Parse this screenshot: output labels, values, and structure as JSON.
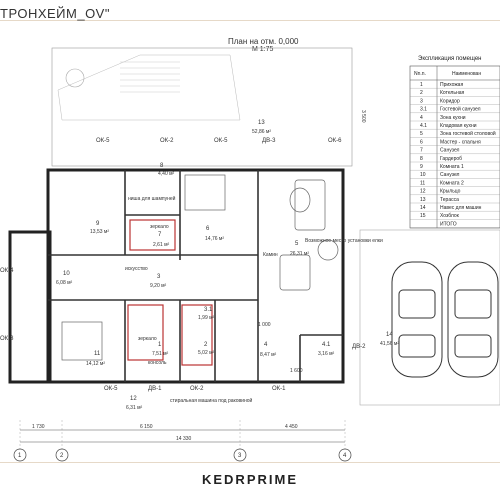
{
  "header": {
    "title": "ТРОНХЕЙМ_OV\"",
    "plan_title": "План на отм. 0,000",
    "plan_scale": "М 1:75"
  },
  "footer": {
    "brand": "KEDRPRIME"
  },
  "explication": {
    "title": "Экспликация помещен",
    "col_num": "Nn.n.",
    "col_name": "Наименован",
    "rows": [
      {
        "n": "1",
        "name": "Прихожая"
      },
      {
        "n": "2",
        "name": "Котельная"
      },
      {
        "n": "3",
        "name": "Коридор"
      },
      {
        "n": "3.1",
        "name": "Гостевой санузел"
      },
      {
        "n": "4",
        "name": "Зона кухни"
      },
      {
        "n": "4.1",
        "name": "Кладовая кухни"
      },
      {
        "n": "5",
        "name": "Зона гостевой столовой"
      },
      {
        "n": "6",
        "name": "Мастер - спальня"
      },
      {
        "n": "7",
        "name": "Санузел"
      },
      {
        "n": "8",
        "name": "Гардероб"
      },
      {
        "n": "9",
        "name": "Комната 1"
      },
      {
        "n": "10",
        "name": "Санузел"
      },
      {
        "n": "11",
        "name": "Комната 2"
      },
      {
        "n": "12",
        "name": "Крыльцо"
      },
      {
        "n": "13",
        "name": "Терасса"
      },
      {
        "n": "14",
        "name": "Навес для машин"
      },
      {
        "n": "15",
        "name": "Хозблок"
      },
      {
        "n": "",
        "name": "ИТОГО"
      }
    ]
  },
  "rooms": [
    {
      "n": "13",
      "area": "52,86 м²"
    },
    {
      "n": "8",
      "area": "4,40 м²"
    },
    {
      "n": "7",
      "area": "2,61 м²"
    },
    {
      "n": "6",
      "area": "14,76 м²"
    },
    {
      "n": "9",
      "area": "13,53 м²"
    },
    {
      "n": "5",
      "area": "26,31 м²"
    },
    {
      "n": "10",
      "area": "6,08 м²"
    },
    {
      "n": "3",
      "area": "9,20 м²"
    },
    {
      "n": "11",
      "area": "14,12 м²"
    },
    {
      "n": "3.1",
      "area": "1,99 м²"
    },
    {
      "n": "2",
      "area": "5,02 м²"
    },
    {
      "n": "4",
      "area": "8,47 м²"
    },
    {
      "n": "4.1",
      "area": "3,16 м²"
    },
    {
      "n": "1",
      "area": "7,51 м²"
    },
    {
      "n": "12",
      "area": "6,31 м²"
    },
    {
      "n": "14",
      "area": "41,56 м²"
    }
  ],
  "openings": {
    "ok5a": "ОК-5",
    "ok2a": "ОК-2",
    "ok5b": "ОК-5",
    "dv3": "ДВ-3",
    "ok6": "ОК-6",
    "ok4": "ОК-4",
    "ok3": "ОК-3",
    "ok5c": "ОК-5",
    "dv1": "ДВ-1",
    "ok2b": "ОК-2",
    "ok1": "ОК-1",
    "dv2": "ДВ-2"
  },
  "notes": {
    "shower": "нишa для шампуней",
    "fake": "искусство",
    "mirror": "зеркало",
    "mirror2": "зеркало",
    "console": "консоль",
    "washer": "стиральная машина под раковиной",
    "tree": "Возможное место установки елки",
    "fireplace": "Камин",
    "dim1": "1 600",
    "dim2": "1 000"
  },
  "dims": {
    "d1": "1 730",
    "d2": "6 150",
    "d3": "4 450",
    "total": "14 330",
    "side": "3 500"
  },
  "axes": [
    "1",
    "2",
    "3",
    "4"
  ]
}
